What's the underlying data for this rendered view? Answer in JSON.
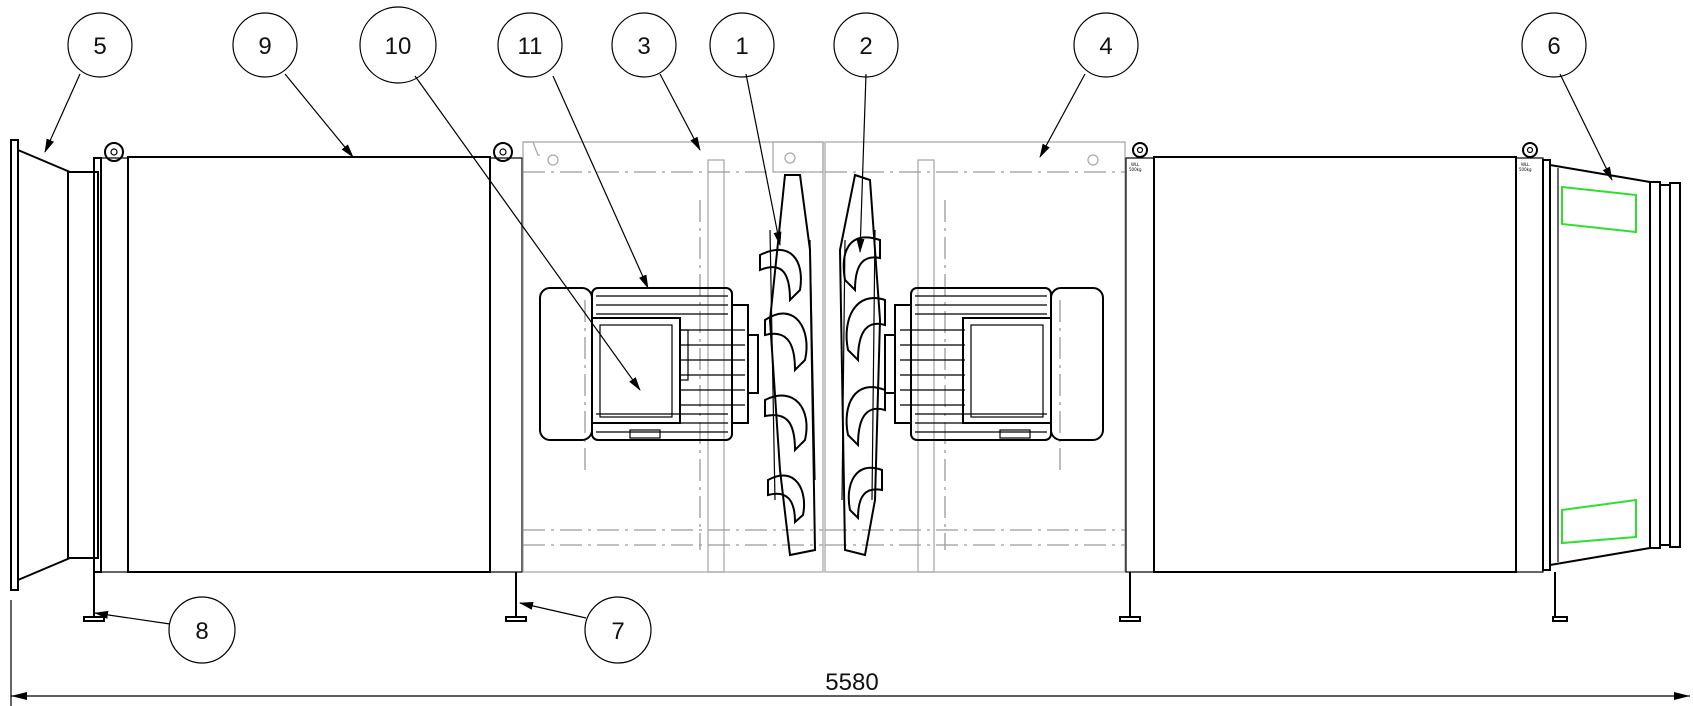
{
  "balloons": [
    "5",
    "9",
    "10",
    "11",
    "3",
    "1",
    "2",
    "4",
    "6",
    "8",
    "7"
  ],
  "dimension": {
    "overall_length": "5580"
  },
  "lifting_eye_labels": [
    "WLL",
    "500kg"
  ]
}
